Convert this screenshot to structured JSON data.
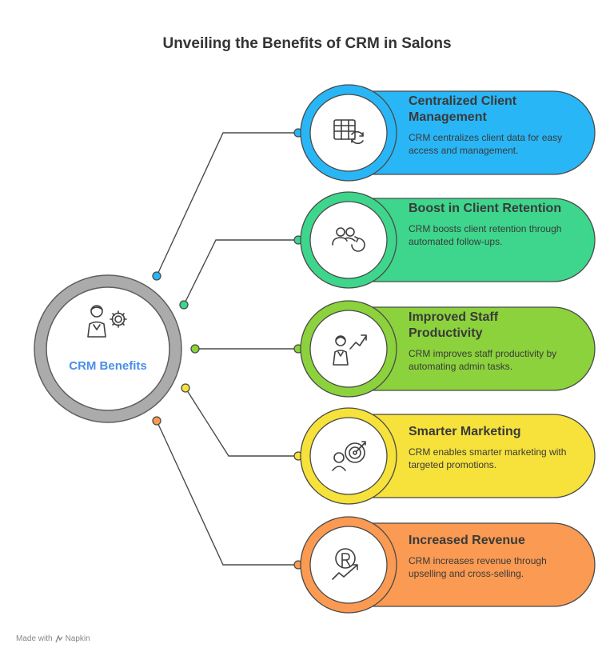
{
  "title": "Unveiling the Benefits of CRM in Salons",
  "hub": {
    "label": "CRM Benefits",
    "icon": "person-gear-icon"
  },
  "benefits": [
    {
      "title": "Centralized Client Management",
      "description": "CRM centralizes client data for easy access and management.",
      "icon": "table-sync-icon",
      "color": "#29b6f6",
      "light": "#e1f5fe"
    },
    {
      "title": "Boost in Client Retention",
      "description": "CRM boosts client retention through automated follow-ups.",
      "icon": "users-refresh-icon",
      "color": "#3dd68c",
      "light": "#e0faee"
    },
    {
      "title": "Improved Staff Productivity",
      "description": "CRM improves staff productivity by automating admin tasks.",
      "icon": "person-growth-icon",
      "color": "#8bd23c",
      "light": "#eff9e0"
    },
    {
      "title": "Smarter Marketing",
      "description": "CRM enables smarter marketing with targeted promotions.",
      "icon": "person-target-icon",
      "color": "#f6e23a",
      "light": "#fdf9d8"
    },
    {
      "title": "Increased Revenue",
      "description": "CRM increases revenue through upselling and cross-selling.",
      "icon": "revenue-growth-icon",
      "color": "#fb9a52",
      "light": "#fff0e3"
    }
  ],
  "footer": {
    "text": "Made with",
    "brand": "Napkin"
  }
}
